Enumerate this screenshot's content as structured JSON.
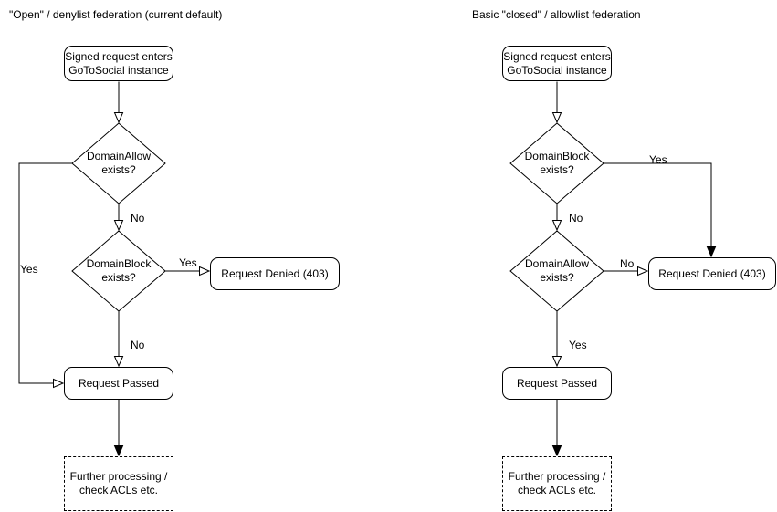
{
  "page": {
    "background": "#ffffff",
    "line_color": "#000000",
    "text_color": "#000000"
  },
  "diagrams": {
    "left": {
      "title": "\"Open\" / denylist federation (current default)",
      "nodes": {
        "start": "Signed request enters\nGoToSocial instance",
        "decision1": "DomainAllow\nexists?",
        "decision2": "DomainBlock\nexists?",
        "denied": "Request Denied (403)",
        "passed": "Request Passed",
        "further": "Further processing /\ncheck ACLs etc."
      },
      "edge_labels": {
        "decision1_no": "No",
        "decision1_yes": "Yes",
        "decision2_yes": "Yes",
        "decision2_no": "No"
      }
    },
    "right": {
      "title": "Basic \"closed\" / allowlist federation",
      "nodes": {
        "start": "Signed request enters\nGoToSocial instance",
        "decision1": "DomainBlock\nexists?",
        "decision2": "DomainAllow\nexists?",
        "denied": "Request Denied (403)",
        "passed": "Request Passed",
        "further": "Further processing /\ncheck ACLs etc."
      },
      "edge_labels": {
        "decision1_no": "No",
        "decision1_yes": "Yes",
        "decision2_no": "No",
        "decision2_yes": "Yes"
      }
    }
  }
}
